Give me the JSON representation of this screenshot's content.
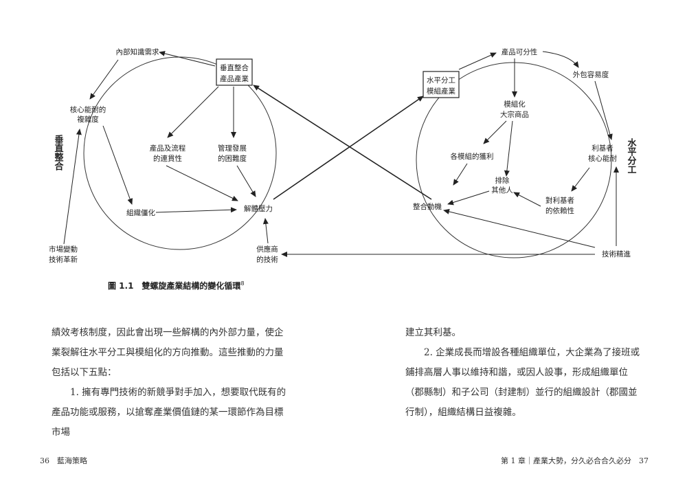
{
  "diagram": {
    "left_side_label": "垂直整合",
    "right_side_label": "水平分工",
    "left_nodes": {
      "center_box": [
        "垂直整合",
        "產品產業"
      ],
      "knowledge": "內部知識需求",
      "core_complexity": [
        "核心能耐的",
        "複雜度"
      ],
      "consistency": [
        "產品及流程",
        "的連貫性"
      ],
      "mgmt_difficulty": [
        "管理發展",
        "的困難度"
      ],
      "rigidity": "組織僵化",
      "disintegration": "解體壓力",
      "market": [
        "市場變動",
        "技術革新"
      ],
      "supplier": [
        "供應商",
        "的技術"
      ]
    },
    "right_nodes": {
      "center_box": [
        "水平分工",
        "模組產業"
      ],
      "divisibility": "產品可分性",
      "outsourcing": "外包容易度",
      "modular": [
        "模組化",
        "大宗商品"
      ],
      "module_profit": "各模組的獲利",
      "exclude": [
        "排除",
        "其他人"
      ],
      "niche": [
        "利基者",
        "核心能耐"
      ],
      "integration": "整合動機",
      "dependence": [
        "對利基者",
        "的依賴性"
      ],
      "tech_progress": "技術精進"
    }
  },
  "caption": {
    "label": "圖 1.1　雙螺旋產業結構的變化循環",
    "note": "8"
  },
  "text": {
    "left": [
      "績效考核制度，因此會出現一些解構的內外部力量，使企業裂解往水平分工與模組化的方向推動。這些推動的力量包括以下五點：",
      "1. 擁有專門技術的新競爭對手加入，想要取代既有的產品功能或服務，以搶奪產業價值鏈的某一環節作為目標市場"
    ],
    "right": [
      "建立其利基。",
      "2. 企業成長而增設各種組織單位，大企業為了接班或鋪排高層人事以維持和諧，或因人設事，形成組織單位（郡縣制）和子公司（封建制）並行的組織設計（郡國並行制），組織結構日益複雜。"
    ]
  },
  "footer": {
    "left": "36　藍海策略",
    "right": "第 1 章｜產業大勢，分久必合合久必分　37"
  }
}
